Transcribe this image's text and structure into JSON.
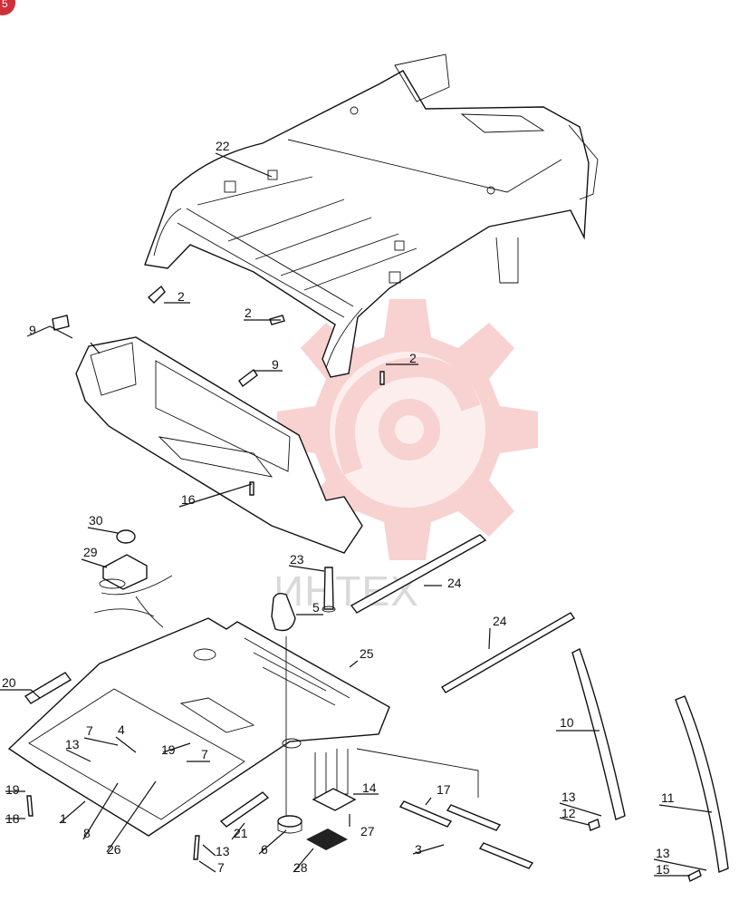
{
  "corner_badge": "5",
  "watermark": {
    "text": "ИНТЕХ",
    "gear_color": "#f4b3b3",
    "text_color": "#d9d9d9"
  },
  "callouts": [
    {
      "id": "c22",
      "text": "22"
    },
    {
      "id": "c2a",
      "text": "2"
    },
    {
      "id": "c2b",
      "text": "2"
    },
    {
      "id": "c2c",
      "text": "2"
    },
    {
      "id": "c9a",
      "text": "9"
    },
    {
      "id": "c9b",
      "text": "9"
    },
    {
      "id": "c16",
      "text": "16"
    },
    {
      "id": "c30",
      "text": "30"
    },
    {
      "id": "c29",
      "text": "29"
    },
    {
      "id": "c23",
      "text": "23"
    },
    {
      "id": "c24a",
      "text": "24"
    },
    {
      "id": "c24b",
      "text": "24"
    },
    {
      "id": "c5",
      "text": "5"
    },
    {
      "id": "c25",
      "text": "25"
    },
    {
      "id": "c20",
      "text": "20"
    },
    {
      "id": "c7a",
      "text": "7"
    },
    {
      "id": "c4",
      "text": "4"
    },
    {
      "id": "c13a",
      "text": "13"
    },
    {
      "id": "c19a",
      "text": "19"
    },
    {
      "id": "c7b",
      "text": "7"
    },
    {
      "id": "c19b",
      "text": "19"
    },
    {
      "id": "c18",
      "text": "18"
    },
    {
      "id": "c1",
      "text": "1"
    },
    {
      "id": "c8",
      "text": "8"
    },
    {
      "id": "c26",
      "text": "26"
    },
    {
      "id": "c21",
      "text": "21"
    },
    {
      "id": "c13b",
      "text": "13"
    },
    {
      "id": "c7c",
      "text": "7"
    },
    {
      "id": "c6",
      "text": "6"
    },
    {
      "id": "c28",
      "text": "28"
    },
    {
      "id": "c14",
      "text": "14"
    },
    {
      "id": "c27",
      "text": "27"
    },
    {
      "id": "c17",
      "text": "17"
    },
    {
      "id": "c3",
      "text": "3"
    },
    {
      "id": "c10",
      "text": "10"
    },
    {
      "id": "c13c",
      "text": "13"
    },
    {
      "id": "c12",
      "text": "12"
    },
    {
      "id": "c11",
      "text": "11"
    },
    {
      "id": "c13d",
      "text": "13"
    },
    {
      "id": "c15",
      "text": "15"
    }
  ]
}
